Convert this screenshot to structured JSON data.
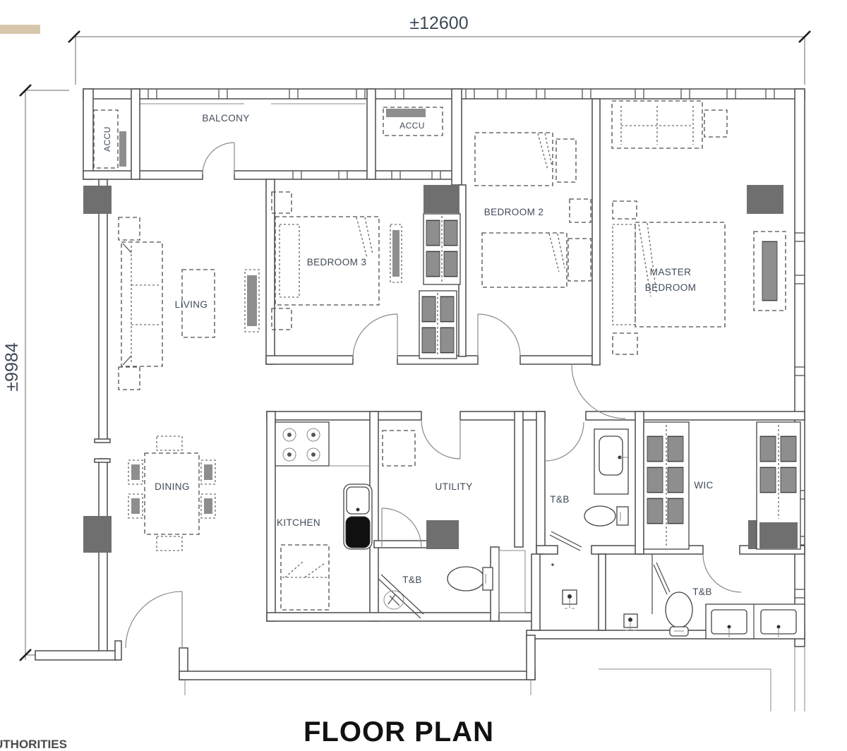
{
  "title": "FLOOR PLAN",
  "clipped_text": "UTHORITIES",
  "dimensions": {
    "width_label": "±12600",
    "height_label": "±9984"
  },
  "rooms": [
    {
      "id": "balcony",
      "label": "BALCONY"
    },
    {
      "id": "accu-left",
      "label": "ACCU"
    },
    {
      "id": "accu-right",
      "label": "ACCU"
    },
    {
      "id": "bedroom-3",
      "label": "BEDROOM 3"
    },
    {
      "id": "bedroom-2",
      "label": "BEDROOM 2"
    },
    {
      "id": "master-bedroom",
      "line1": "MASTER",
      "line2": "BEDROOM"
    },
    {
      "id": "living",
      "label": "LIVING"
    },
    {
      "id": "dining",
      "label": "DINING"
    },
    {
      "id": "kitchen",
      "label": "KITCHEN"
    },
    {
      "id": "utility",
      "label": "UTILITY"
    },
    {
      "id": "tb-kitchen",
      "label": "T&B"
    },
    {
      "id": "tb-middle",
      "label": "T&B"
    },
    {
      "id": "tb-master",
      "label": "T&B"
    },
    {
      "id": "wic",
      "label": "WIC"
    }
  ],
  "colors": {
    "label": "#3f4a58",
    "wall": "#4a4a4a",
    "furn": "#4d4d4d",
    "column": "#6f6f6f",
    "bar": "#d6c7ac",
    "title": "#111111"
  }
}
